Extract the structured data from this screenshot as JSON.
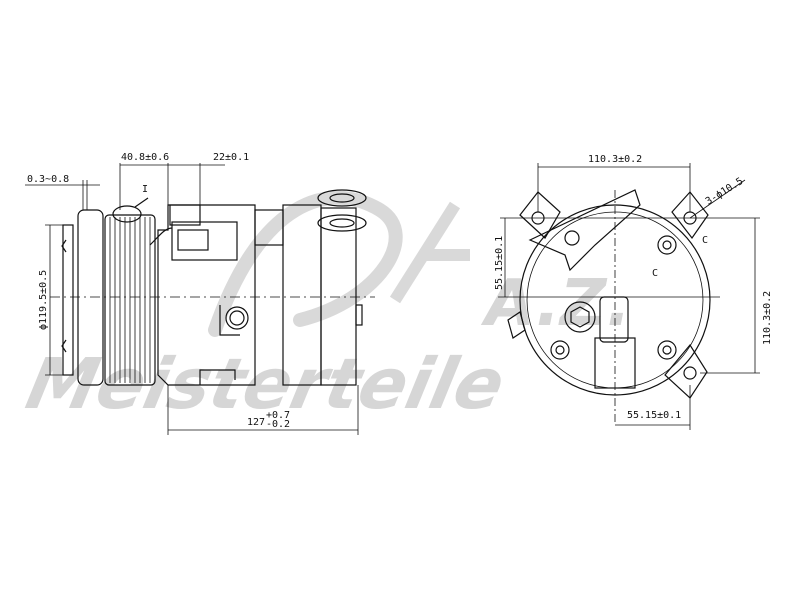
{
  "watermark": {
    "logo_text": "A.Z.",
    "brand_text": "Meisterteile",
    "color": "#d6d6d6"
  },
  "side_view": {
    "title": "Compressor side view",
    "dimensions": {
      "clutch_gap": "0.3~0.8",
      "pulley_to_connector": "40.8±0.6",
      "connector_offset": "22±0.1",
      "pulley_diameter": "ϕ119.5±0.5",
      "overall_length_base": "127",
      "overall_length_tol_upper": "+0.7",
      "overall_length_tol_lower": "-0.2",
      "detail_callout": "I"
    }
  },
  "front_view": {
    "title": "Compressor rear/mounting view",
    "dimensions": {
      "mount_width": "110.3±0.2",
      "mount_height": "110.3±0.2",
      "upper_offset": "55.15±0.1",
      "lower_offset": "55.15±0.1",
      "hole_spec": "3-ϕ10.5",
      "chamfer_label_1": "C",
      "chamfer_label_2": "C"
    }
  },
  "colors": {
    "line": "#111111",
    "background": "#ffffff"
  }
}
